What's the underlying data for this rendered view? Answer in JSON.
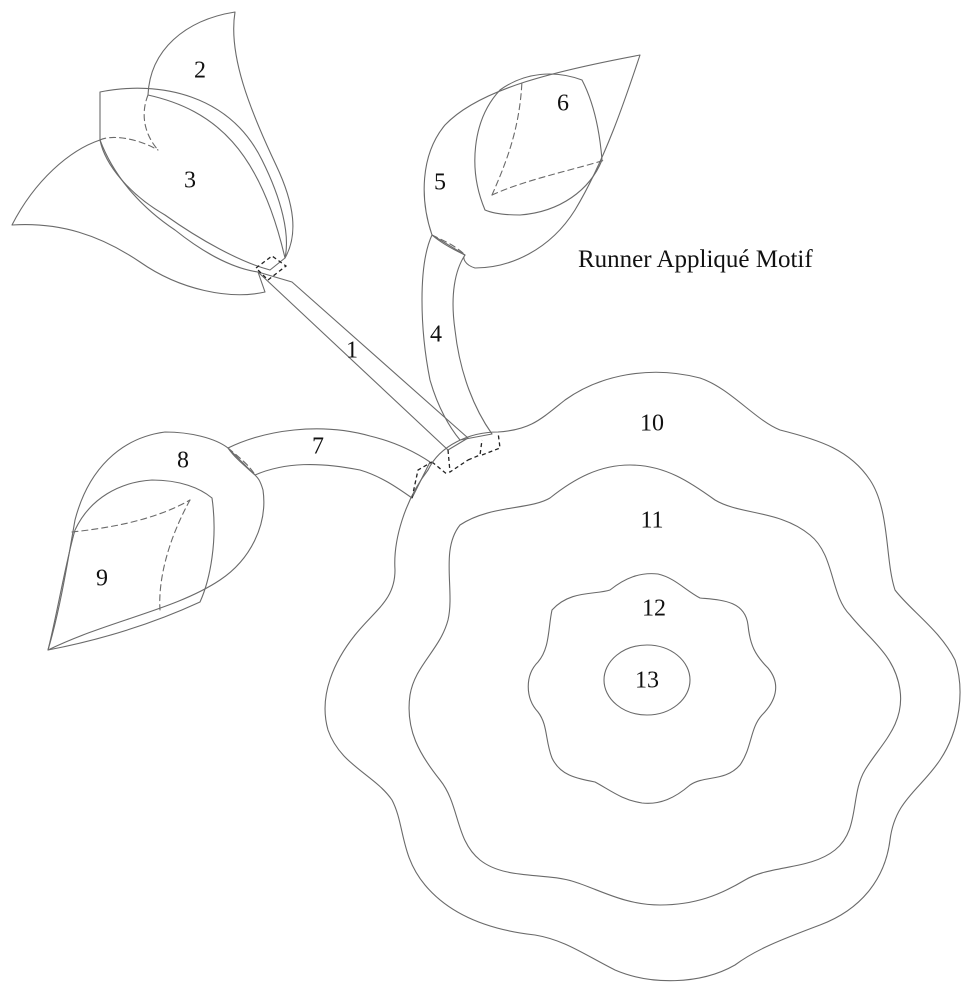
{
  "title": "Runner Appliqué Motif",
  "pieces": {
    "p1": "1",
    "p2": "2",
    "p3": "3",
    "p4": "4",
    "p5": "5",
    "p6": "6",
    "p7": "7",
    "p8": "8",
    "p9": "9",
    "p10": "10",
    "p11": "11",
    "p12": "12",
    "p13": "13"
  },
  "colors": {
    "outline": "#6a6a6a",
    "text": "#111111",
    "background": "#ffffff"
  }
}
